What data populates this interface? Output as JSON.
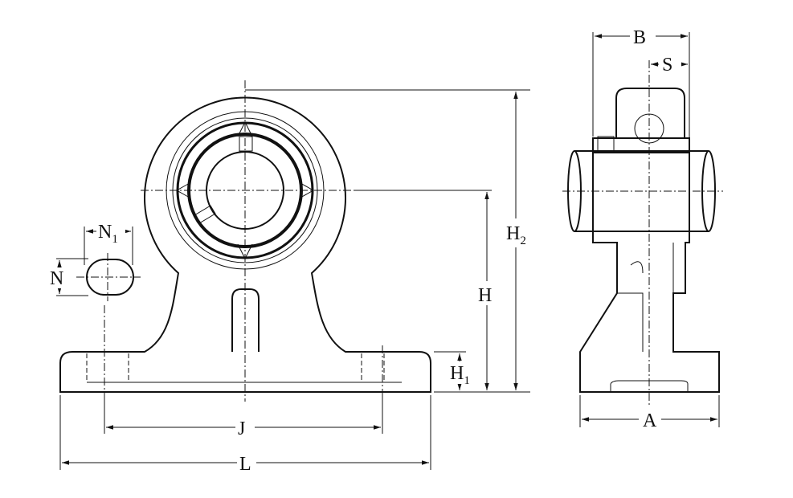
{
  "title": "Pillow block bearing unit dimension drawing",
  "labels": {
    "B": "B",
    "S": "S",
    "H2": {
      "main": "H",
      "sub": "2"
    },
    "H": "H",
    "H1": {
      "main": "H",
      "sub": "1"
    },
    "N1": {
      "main": "N",
      "sub": "1"
    },
    "N": "N",
    "J": "J",
    "L": "L",
    "A": "A"
  },
  "colors": {
    "line": "#111111",
    "background": "#ffffff"
  }
}
